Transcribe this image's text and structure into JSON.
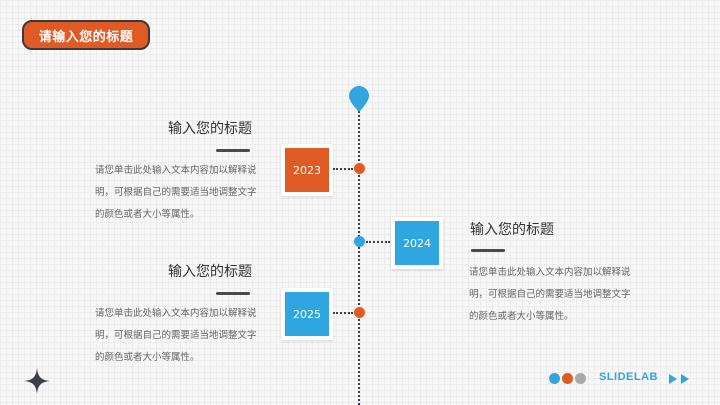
{
  "header": {
    "title": "请输入您的标题"
  },
  "timeline": {
    "items": [
      {
        "year": "2023",
        "heading": "输入您的标题",
        "description": "请您单击此处输入文本内容加以解释说明，可根据自己的需要适当地调整文字的颜色或者大小等属性。"
      },
      {
        "year": "2024",
        "heading": "输入您的标题",
        "description": "请您单击此处输入文本内容加以解释说明，可根据自己的需要适当地调整文字的颜色或者大小等属性。"
      },
      {
        "year": "2025",
        "heading": "输入您的标题",
        "description": "请您单击此处输入文本内容加以解释说明，可根据自己的需要适当地调整文字的颜色或者大小等属性。"
      }
    ]
  },
  "footer": {
    "brand": "SLIDELAB"
  },
  "icons": {
    "pin": "map-pin-icon",
    "star": "four-point-star-icon",
    "arrows": "double-arrow-right-icon"
  },
  "colors": {
    "accent_orange": "#e05a24",
    "accent_blue": "#2fa6e0",
    "accent_gray": "#a9a9a9",
    "line": "#3a3f4a"
  }
}
